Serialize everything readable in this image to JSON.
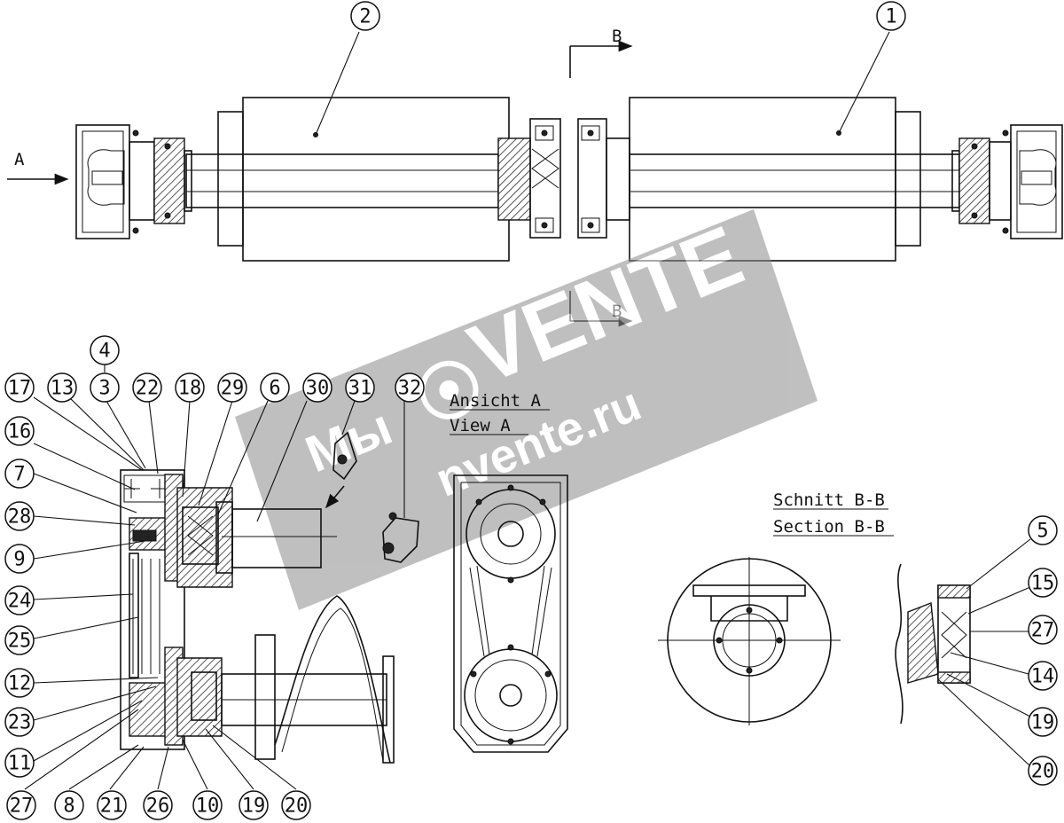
{
  "section_markers": {
    "section_letter": "B",
    "view_letter": "A"
  },
  "view_a": {
    "title_de": "Ansicht A",
    "title_en": "View A"
  },
  "section_bb": {
    "title_de": "Schnitt B-B",
    "title_en": "Section B-B"
  },
  "top_callouts": [
    "2",
    "1"
  ],
  "left_callouts_top_row": [
    "4",
    "17",
    "13",
    "3",
    "22",
    "18",
    "29",
    "6",
    "30",
    "31",
    "32"
  ],
  "left_callouts_column": [
    "16",
    "7",
    "28",
    "9",
    "24",
    "25",
    "12",
    "23",
    "11"
  ],
  "bottom_callouts": [
    "27",
    "8",
    "21",
    "26",
    "10",
    "19",
    "20"
  ],
  "right_callouts": [
    "5",
    "15",
    "27",
    "14",
    "19",
    "20"
  ],
  "watermark": {
    "brand": "VENTE",
    "url": "nvente.ru",
    "badge": "Мы"
  }
}
